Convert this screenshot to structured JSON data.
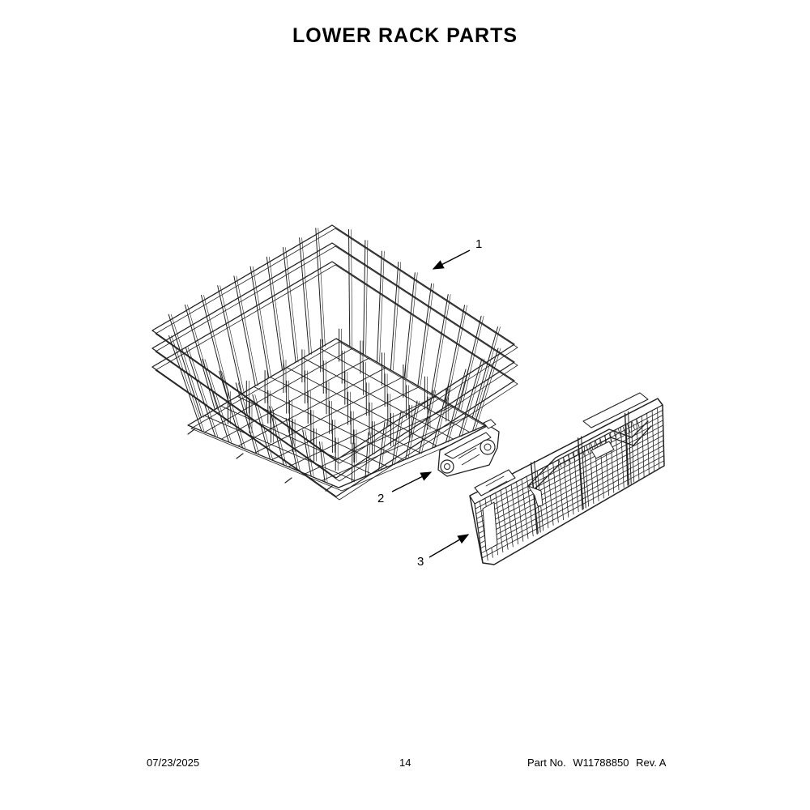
{
  "page": {
    "title": "LOWER RACK PARTS"
  },
  "callouts": [
    {
      "label": "1",
      "part": "lower-rack"
    },
    {
      "label": "2",
      "part": "rack-wheel-bracket"
    },
    {
      "label": "3",
      "part": "silverware-basket"
    }
  ],
  "footer": {
    "date": "07/23/2025",
    "page_number": "14",
    "part_label": "Part No.",
    "part_number": "W11788850",
    "revision": "Rev. A"
  },
  "colors": {
    "line": "#222222",
    "background": "#ffffff"
  }
}
